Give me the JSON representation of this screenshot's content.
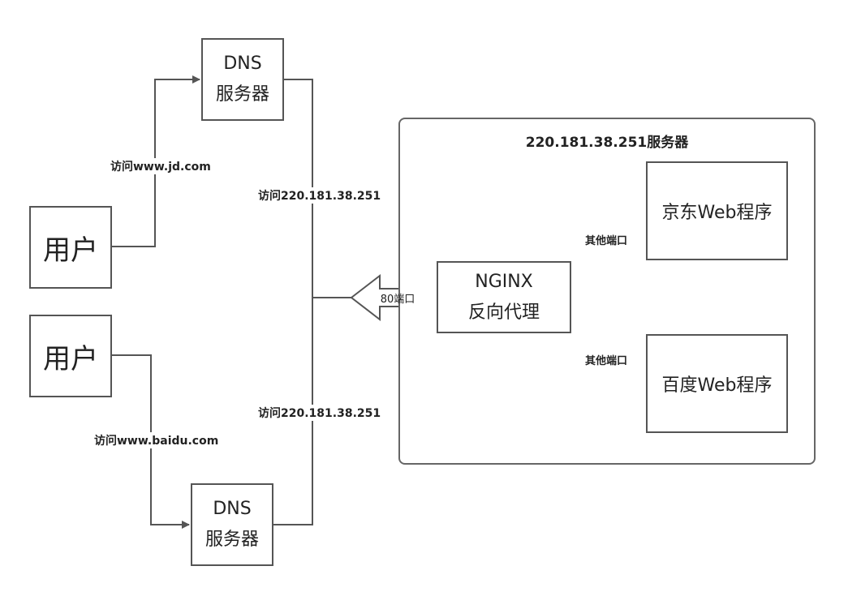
{
  "nodes": {
    "dns_top": {
      "line1": "DNS",
      "line2": "服务器"
    },
    "dns_bottom": {
      "line1": "DNS",
      "line2": "服务器"
    },
    "user_top": {
      "label": "用户"
    },
    "user_bottom": {
      "label": "用户"
    },
    "nginx": {
      "line1": "NGINX",
      "line2": "反向代理"
    },
    "jd_app": {
      "label": "京东Web程序"
    },
    "baidu_app": {
      "label": "百度Web程序"
    }
  },
  "server_group": {
    "title": "220.181.38.251服务器"
  },
  "edges": {
    "user_top_to_dns": "访问www.jd.com",
    "user_bottom_to_dns": "访问www.baidu.com",
    "dns_top_to_server": "访问220.181.38.251",
    "dns_bottom_to_server": "访问220.181.38.251",
    "port_80": "80端口",
    "nginx_to_jd": "其他端口",
    "nginx_to_baidu": "其他端口"
  },
  "colors": {
    "line": "#555555",
    "box_border": "#555555",
    "group_border": "#666666"
  }
}
